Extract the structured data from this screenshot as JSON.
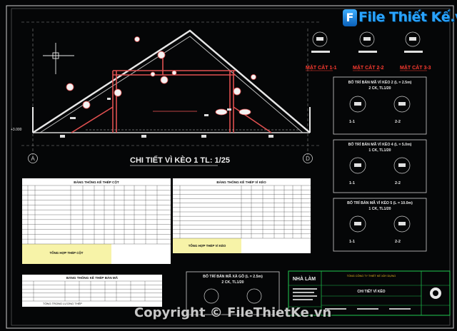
{
  "branding": {
    "logo_text": "File Thiết Kế.vn",
    "logo_badge": "F",
    "watermark": "Copyright © FileThietKe.vn"
  },
  "drawing": {
    "main_title": "CHI TIẾT VÌ KÈO 1 TL: 1/25",
    "elev_left": "+3.000",
    "axis_a": "A",
    "axis_d": "D",
    "sections": [
      "MẶT CẮT 1-1",
      "MẶT CẮT 2-2",
      "MẶT CẮT 3-3"
    ]
  },
  "details": [
    {
      "title": "BỐ TRÍ BẢN MÃ VÌ KÈO 2 (L = 2.5m)",
      "sub": "2 CK, TL1/20",
      "a": "1-1",
      "b": "2-2"
    },
    {
      "title": "BỐ TRÍ BẢN MÃ VÌ KÈO 4 (L = 5.0m)",
      "sub": "1 CK, TL1/20",
      "a": "1-1",
      "b": "2-2"
    },
    {
      "title": "BỐ TRÍ BẢN MÃ VÌ KÈO 5 (L = 10.0m)",
      "sub": "1 CK, TL1/20",
      "a": "1-1",
      "b": "2-2"
    },
    {
      "title": "BỐ TRÍ BẢN MÃ XÀ GỒ (L = 2.5m)",
      "sub": "2 CK, TL1/20"
    }
  ],
  "tables": {
    "t1_title": "BẢNG THỐNG KÊ THÉP CỘT",
    "t1_total": "TỔNG HỢP THÉP CỘT",
    "t2_title": "BẢNG THỐNG KÊ THÉP VÌ KÈO",
    "t2_total": "TỔNG HỢP THÉP VÌ KÈO",
    "t3_title": "BẢNG THỐNG KÊ THÉP BẢN MÃ",
    "t3_foot": "TỔNG TRỌNG LƯỢNG THÉP"
  },
  "title_block": {
    "company": "TỔNG CÔNG TY THIẾT KẾ XÂY DỰNG",
    "project": "NHÀ LÀM",
    "sheet": "CHI TIẾT VÌ KÈO"
  },
  "colors": {
    "background": "#050607",
    "frame": "#c8c8c8",
    "truss": "#e05050",
    "ridge": "#e8e8e8",
    "dimension": "#c9b020",
    "section_label": "#ff3b30",
    "table_bg": "#ffffff",
    "table_highlight": "#f7f3a8",
    "titleblock_green": "#1fb84a",
    "logo_blue": "#29a3ff"
  }
}
